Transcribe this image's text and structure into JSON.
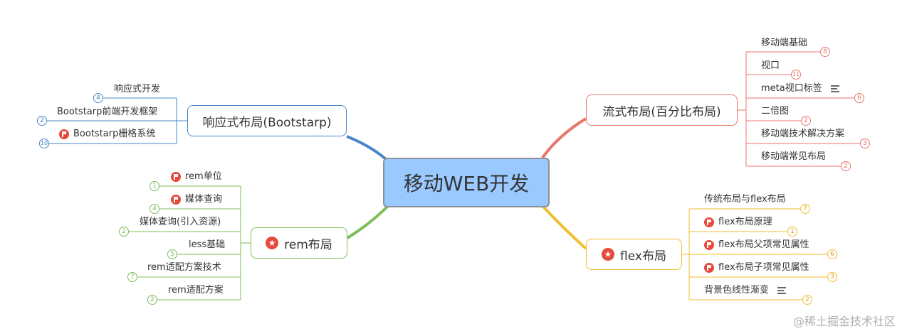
{
  "root": {
    "label": "移动WEB开发"
  },
  "colors": {
    "blue": "#4a86c8",
    "red": "#e8766b",
    "green": "#7dbd5a",
    "yellow": "#f2bd2f",
    "flag": "#e64a3b"
  },
  "branches": {
    "bootstrap": {
      "label": "响应式布局(Bootstarp)",
      "items": [
        {
          "label": "响应式开发",
          "badge": "4"
        },
        {
          "label": "Bootstarp前端开发框架",
          "badge": "2"
        },
        {
          "label": "Bootstarp栅格系统",
          "badge": "10",
          "icon": "flag-icon"
        }
      ]
    },
    "liushi": {
      "label": "流式布局(百分比布局)",
      "items": [
        {
          "label": "移动端基础",
          "badge": "8"
        },
        {
          "label": "视口",
          "badge": "11"
        },
        {
          "label": "meta视口标签",
          "badge": "6",
          "icon": "note-icon"
        },
        {
          "label": "二倍图",
          "badge": "2"
        },
        {
          "label": "移动端技术解决方案",
          "badge": "3"
        },
        {
          "label": "移动端常见布局",
          "badge": "2"
        }
      ]
    },
    "rem": {
      "label": "rem布局",
      "icon": "star-icon",
      "items": [
        {
          "label": "rem单位",
          "badge": "1",
          "icon": "flag-icon"
        },
        {
          "label": "媒体查询",
          "badge": "4",
          "icon": "flag-icon"
        },
        {
          "label": "媒体查询(引入资源)",
          "badge": "2"
        },
        {
          "label": "less基础",
          "badge": "5"
        },
        {
          "label": "rem适配方案技术",
          "badge": "7"
        },
        {
          "label": "rem适配方案",
          "badge": "2"
        }
      ]
    },
    "flex": {
      "label": "flex布局",
      "icon": "star-icon",
      "items": [
        {
          "label": "传统布局与flex布局",
          "badge": "7"
        },
        {
          "label": "flex布局原理",
          "badge": "1",
          "icon": "flag-icon"
        },
        {
          "label": "flex布局父项常见属性",
          "badge": "6",
          "icon": "flag-icon"
        },
        {
          "label": "flex布局子项常见属性",
          "badge": "3",
          "icon": "flag-icon"
        },
        {
          "label": "背景色线性渐变",
          "badge": "2",
          "icon": "note-icon"
        }
      ]
    }
  },
  "watermark": "@稀土掘金技术社区"
}
